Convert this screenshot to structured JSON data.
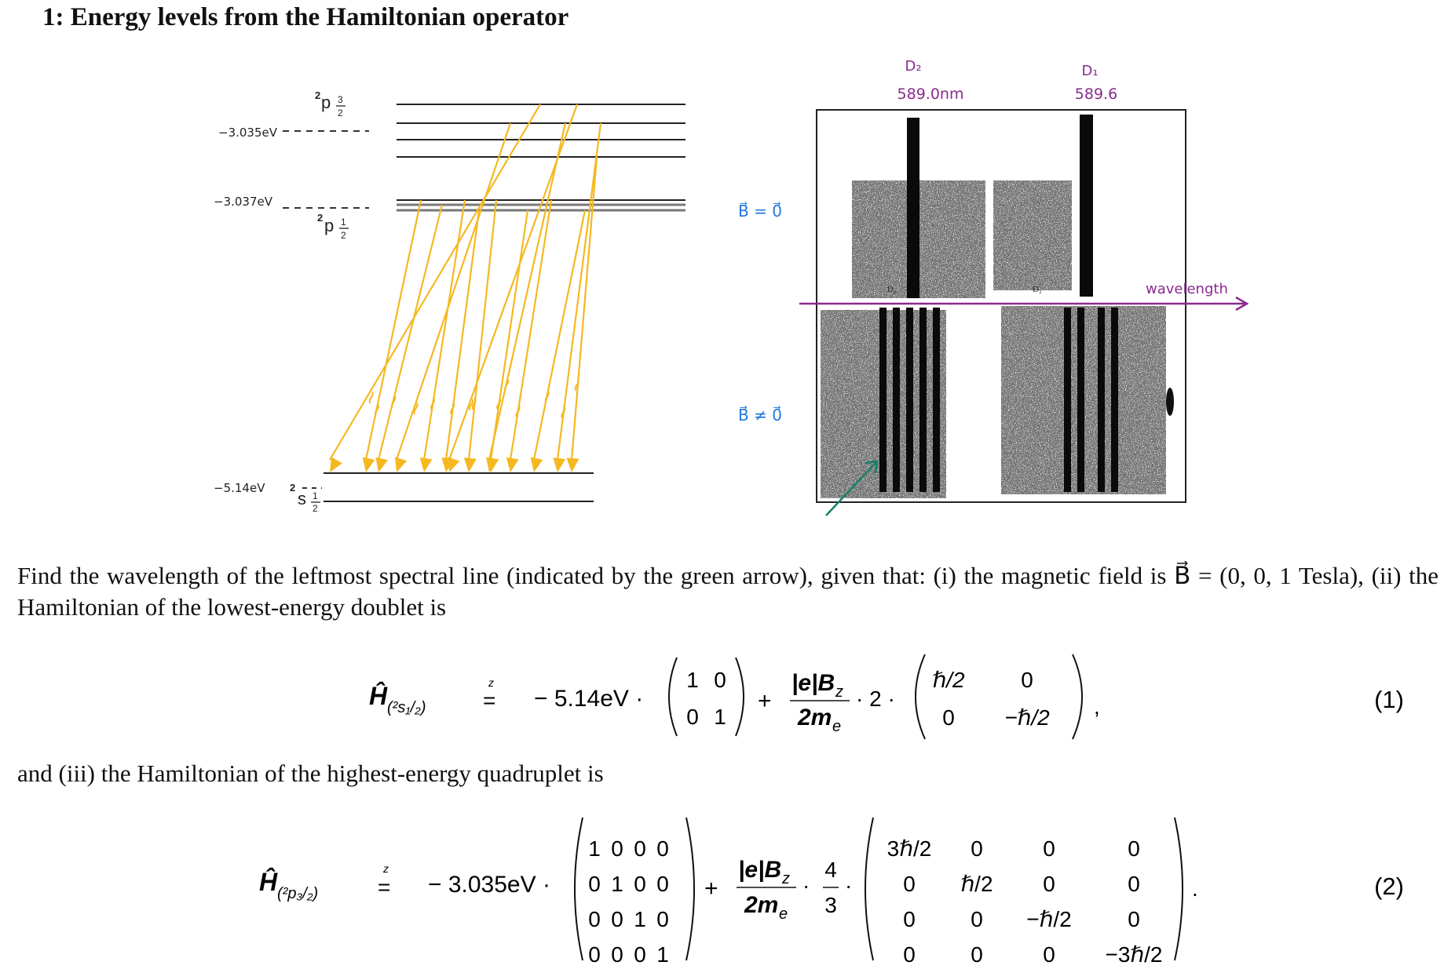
{
  "title": "1: Energy levels from the Hamiltonian operator",
  "diagram": {
    "levels": {
      "p32": {
        "value": "−3.035eV",
        "label": "2",
        "term": "p",
        "sub": "3",
        "den": "2"
      },
      "p12": {
        "value": "−3.037eV",
        "label": "2",
        "term": "p",
        "sub": "1",
        "den": "2"
      },
      "s12": {
        "value": "−5.14eV",
        "label": "2",
        "term": "s",
        "sub": "1",
        "den": "2"
      }
    },
    "wiggle_glyph": "~"
  },
  "spectrum": {
    "d2_label": "D₂",
    "d2_wavelength": "589.0nm",
    "d1_label": "D₁",
    "d1_wavelength": "589.6",
    "b_zero": "B⃗ = 0⃗",
    "b_nonzero": "B⃗ ≠ 0⃗",
    "axis_label": "wavelength",
    "inner_d1": "D₁",
    "inner_d2": "D₂",
    "colors": {
      "purple": "#8a2a8f",
      "blue": "#2277dd",
      "green": "#15806a",
      "orange": "#f5b820"
    }
  },
  "text": {
    "para1": "Find the wavelength of the leftmost spectral line (indicated by the green arrow), given that: (i) the magnetic field is B⃗ = (0, 0, 1 Tesla), (ii) the Hamiltonian of the lowest-energy doublet is",
    "para2": "and (iii) the Hamiltonian of the highest-energy quadruplet is"
  },
  "eq1": {
    "lhs": "Ĥ",
    "lhs_sub": "(²s₁/₂)",
    "rel_top": "z",
    "rel": "=",
    "coef": "− 5.14eV ·",
    "m1": [
      [
        "1",
        "0"
      ],
      [
        "0",
        "1"
      ]
    ],
    "plus": "+",
    "frac_num": "|e|B",
    "frac_num_sub": "z",
    "frac_den": "2m",
    "frac_den_sub": "e",
    "mult": "· 2 ·",
    "m2": [
      [
        "ℏ/2",
        "0"
      ],
      [
        "0",
        "−ℏ/2"
      ]
    ],
    "tail": ",",
    "num": "(1)"
  },
  "eq2": {
    "lhs": "Ĥ",
    "lhs_sub": "(²p₃/₂)",
    "rel_top": "z",
    "rel": "=",
    "coef": "− 3.035eV ·",
    "m1": [
      [
        "1",
        "0",
        "0",
        "0"
      ],
      [
        "0",
        "1",
        "0",
        "0"
      ],
      [
        "0",
        "0",
        "1",
        "0"
      ],
      [
        "0",
        "0",
        "0",
        "1"
      ]
    ],
    "plus": "+",
    "frac_num": "|e|B",
    "frac_num_sub": "z",
    "frac_den": "2m",
    "frac_den_sub": "e",
    "dot": "·",
    "frac2_num": "4",
    "frac2_den": "3",
    "m2": [
      [
        "3ℏ/2",
        "0",
        "0",
        "0"
      ],
      [
        "0",
        "ℏ/2",
        "0",
        "0"
      ],
      [
        "0",
        "0",
        "−ℏ/2",
        "0"
      ],
      [
        "0",
        "0",
        "0",
        "−3ℏ/2"
      ]
    ],
    "tail": ".",
    "num": "(2)"
  }
}
